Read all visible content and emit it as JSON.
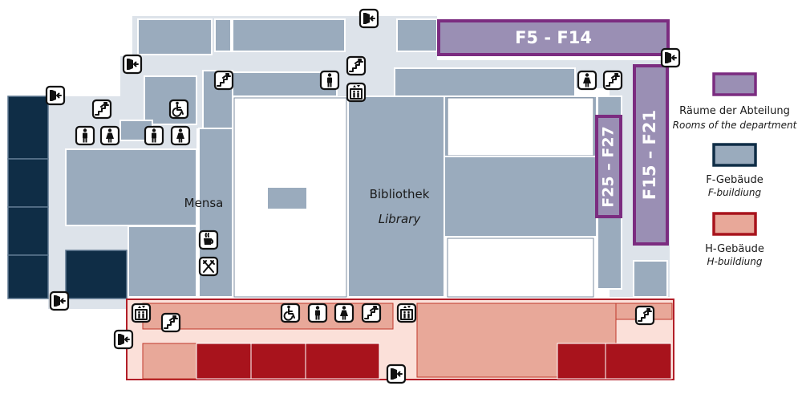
{
  "labels": {
    "mensa": "Mensa",
    "bibliothek": "Bibliothek",
    "library": "Library"
  },
  "departments": {
    "top": "F5 -  F14",
    "right": "F15 – F21",
    "middle": "F25 – F27"
  },
  "legend": {
    "dept_de": "Räume der Abteilung",
    "dept_en": "Rooms of the department",
    "f_de": "F-Gebäude",
    "f_en": "F-buildiung",
    "h_de": "H-Gebäude",
    "h_en": "H-buildiung"
  },
  "colors": {
    "f_building": "#9aabbd",
    "f_building_dark": "#0f2d46",
    "h_building": "#e8a899",
    "h_building_dark": "#a8131c",
    "department": "#9a8fb4",
    "department_border": "#7b2c80"
  },
  "icons": [
    "exit-icon",
    "stairs-icon",
    "elevator-icon",
    "male-toilet-icon",
    "female-toilet-icon",
    "wheelchair-toilet-icon",
    "coffee-icon",
    "restaurant-icon"
  ]
}
